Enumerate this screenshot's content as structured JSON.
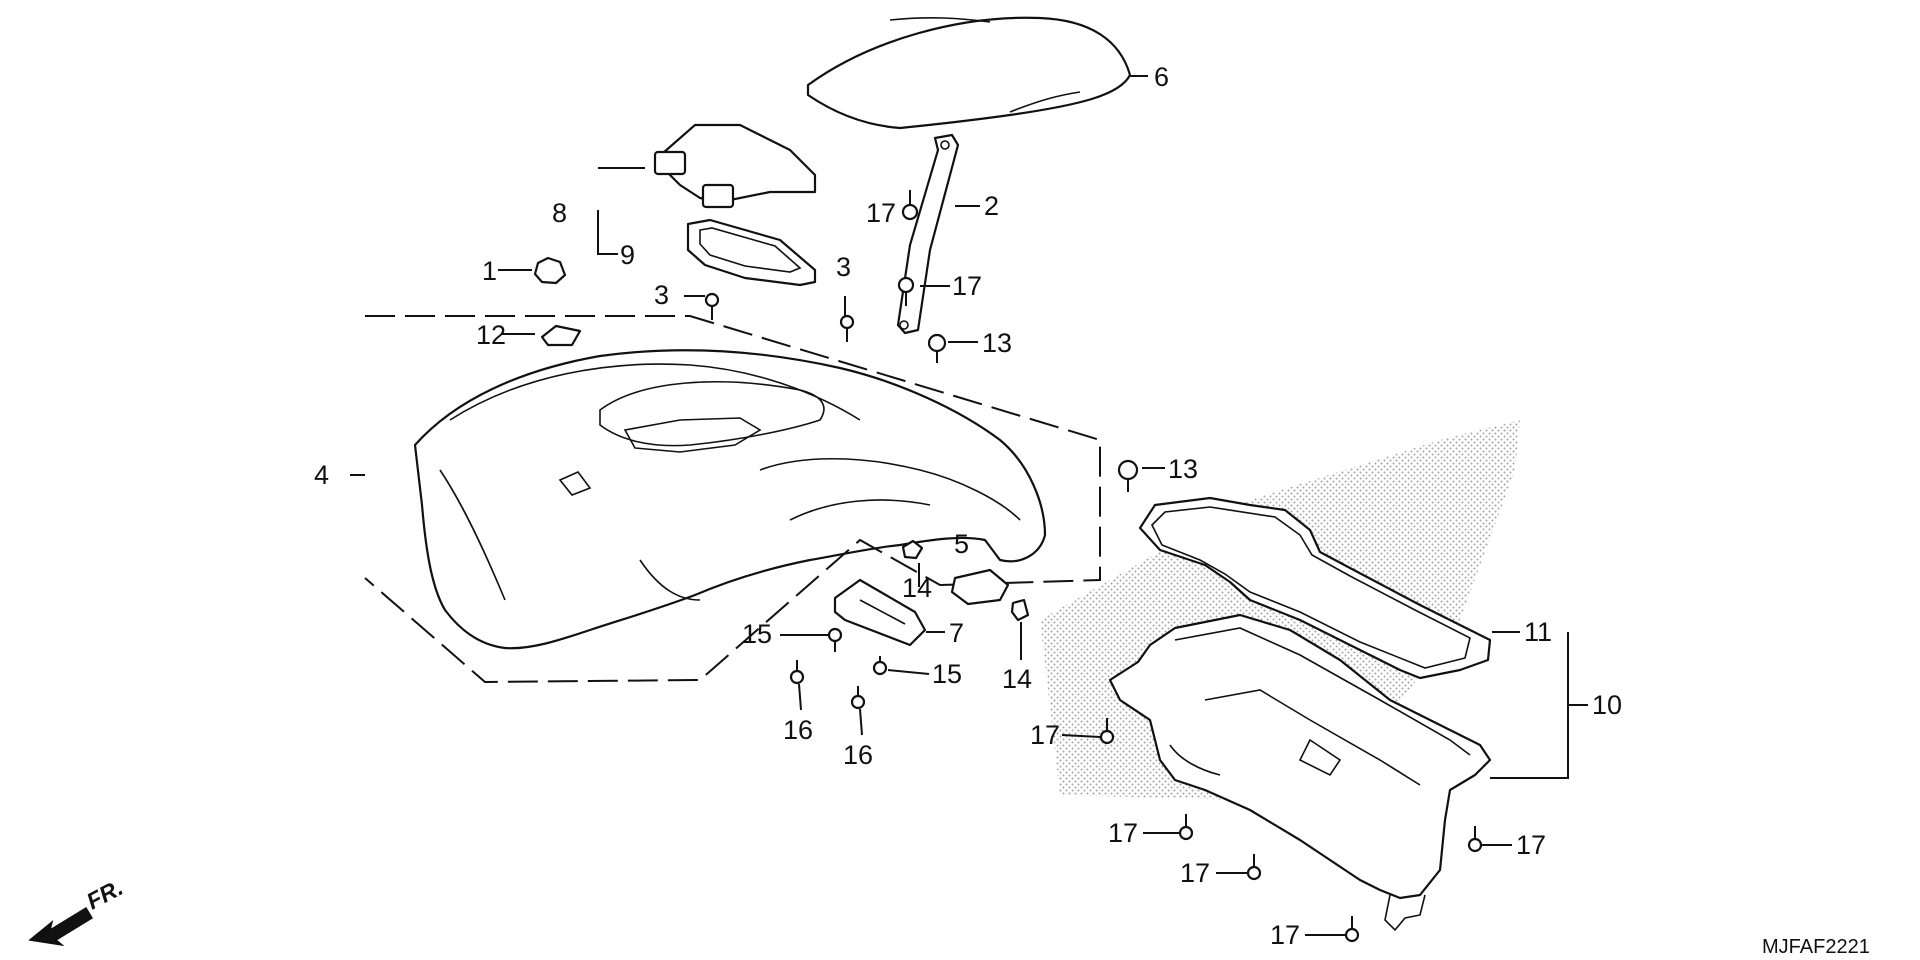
{
  "diagram": {
    "callouts": {
      "p1": "1",
      "p2": "2",
      "p3a": "3",
      "p3b": "3",
      "p4": "4",
      "p5": "5",
      "p6": "6",
      "p7": "7",
      "p8": "8",
      "p9": "9",
      "p10": "10",
      "p11": "11",
      "p12": "12",
      "p13a": "13",
      "p13b": "13",
      "p14a": "14",
      "p14b": "14",
      "p15a": "15",
      "p15b": "15",
      "p16a": "16",
      "p16b": "16",
      "p17a": "17",
      "p17b": "17",
      "p17c": "17",
      "p17d": "17",
      "p17e": "17",
      "p17f": "17"
    },
    "direction_label": "FR.",
    "diagram_code": "MJFAF2221"
  },
  "colors": {
    "ink": "#111111",
    "paper": "#ffffff"
  }
}
